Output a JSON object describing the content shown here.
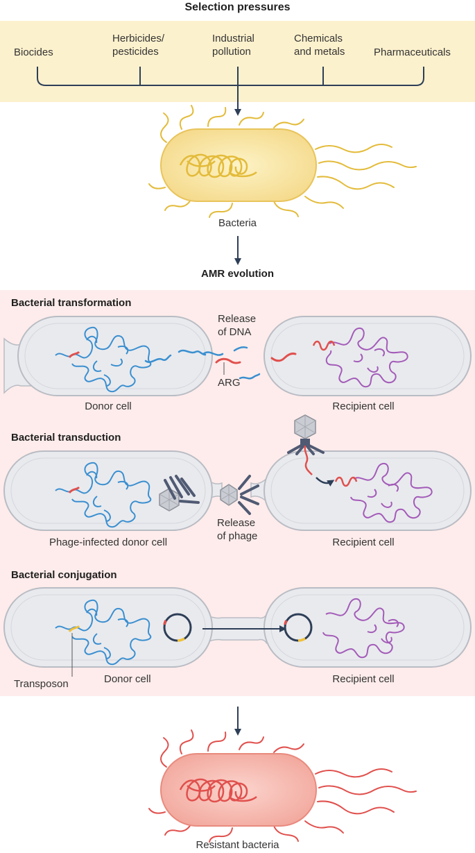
{
  "header": {
    "title": "Selection pressures"
  },
  "pressures": [
    {
      "line1": "Biocides",
      "line2": ""
    },
    {
      "line1": "Herbicides/",
      "line2": "pesticides"
    },
    {
      "line1": "Industrial",
      "line2": "pollution"
    },
    {
      "line1": "Chemicals",
      "line2": "and metals"
    },
    {
      "line1": "Pharmaceuticals",
      "line2": ""
    }
  ],
  "bacteria_label": "Bacteria",
  "amr_title": "AMR evolution",
  "transformation": {
    "title": "Bacterial transformation",
    "release_line1": "Release",
    "release_line2": "of DNA",
    "arg": "ARG",
    "donor": "Donor cell",
    "recipient": "Recipient cell"
  },
  "transduction": {
    "title": "Bacterial transduction",
    "release_line1": "Release",
    "release_line2": "of phage",
    "donor": "Phage-infected donor cell",
    "recipient": "Recipient cell"
  },
  "conjugation": {
    "title": "Bacterial conjugation",
    "transposon": "Transposon",
    "donor": "Donor cell",
    "recipient": "Recipient cell"
  },
  "result_label": "Resistant bacteria",
  "colors": {
    "pressure_band": "#fcf1cd",
    "amr_band": "#fdeceb",
    "arrow": "#2d3e57",
    "donor_dna": "#3a8fd0",
    "recipient_dna": "#a35bb8",
    "arg": "#e0504d",
    "transposon": "#f0c03a",
    "cell_fill": "#e9eaee",
    "bacteria_dna": "#e3bb3a",
    "resistant_dna": "#e0504d"
  }
}
